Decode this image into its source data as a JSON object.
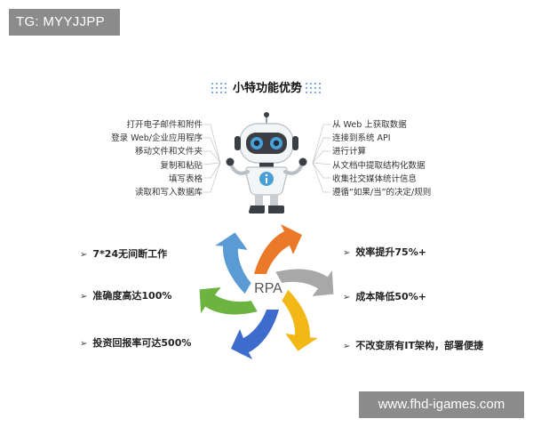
{
  "watermark_top": "TG: MYYJJPP",
  "watermark_bottom": "www.fhd-igames.com",
  "title": "小特功能优势",
  "left_features": [
    "打开电子邮件和附件",
    "登录 Web/企业应用程序",
    "移动文件和文件夹",
    "复制和粘贴",
    "填写表格",
    "读取和写入数据库"
  ],
  "right_features": [
    "从 Web 上获取数据",
    "连接到系统 API",
    "进行计算",
    "从文档中提取结构化数据",
    "收集社交媒体统计信息",
    "遵循“如果/当”的决定/规则"
  ],
  "center_label": "RPA",
  "arrow_glyph": "➢",
  "benefits_left": [
    "7*24无间断工作",
    "准确度高达100%",
    "投资回报率可达500%"
  ],
  "benefits_right": [
    "效率提升75%+",
    "成本降低50%+",
    "不改变原有IT架构，部署便捷"
  ],
  "colors": {
    "orange": "#ea7a2a",
    "gray": "#a8a8a8",
    "yellow": "#f2b818",
    "blue": "#3e6ccc",
    "green": "#6db33f",
    "lightblue": "#5b9bd5"
  }
}
